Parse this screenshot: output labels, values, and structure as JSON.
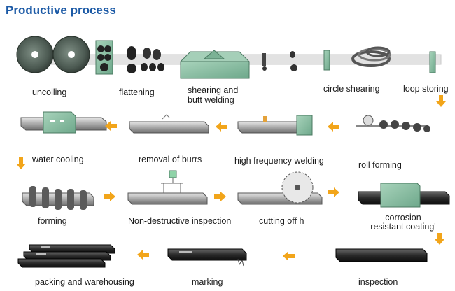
{
  "title": "Productive process",
  "steps": {
    "uncoiling": "uncoiling",
    "flattening": "flattening",
    "shearing_line1": "shearing and",
    "shearing_line2": "butt welding",
    "circle_shearing": "circle shearing",
    "loop_storing": "loop storing",
    "water_cooling": "water cooling",
    "removal_of_burrs": "removal of burrs",
    "high_frequency_welding": "high frequency welding",
    "roll_forming": "roll forming",
    "forming": "forming",
    "non_destructive_inspection": "Non-destructive inspection",
    "cutting_off": "cutting off h",
    "corrosion_line1": "corrosion",
    "corrosion_line2": "resistant coating'",
    "packing": "packing and warehousing",
    "marking": "marking",
    "inspection": "inspection"
  },
  "colors": {
    "title": "#1c5aa6",
    "arrow": "#f2a51a",
    "machine_green": "#8dbda3",
    "pipe_gray": "#b9b9b9",
    "pipe_dark": "#2b2b2b"
  }
}
